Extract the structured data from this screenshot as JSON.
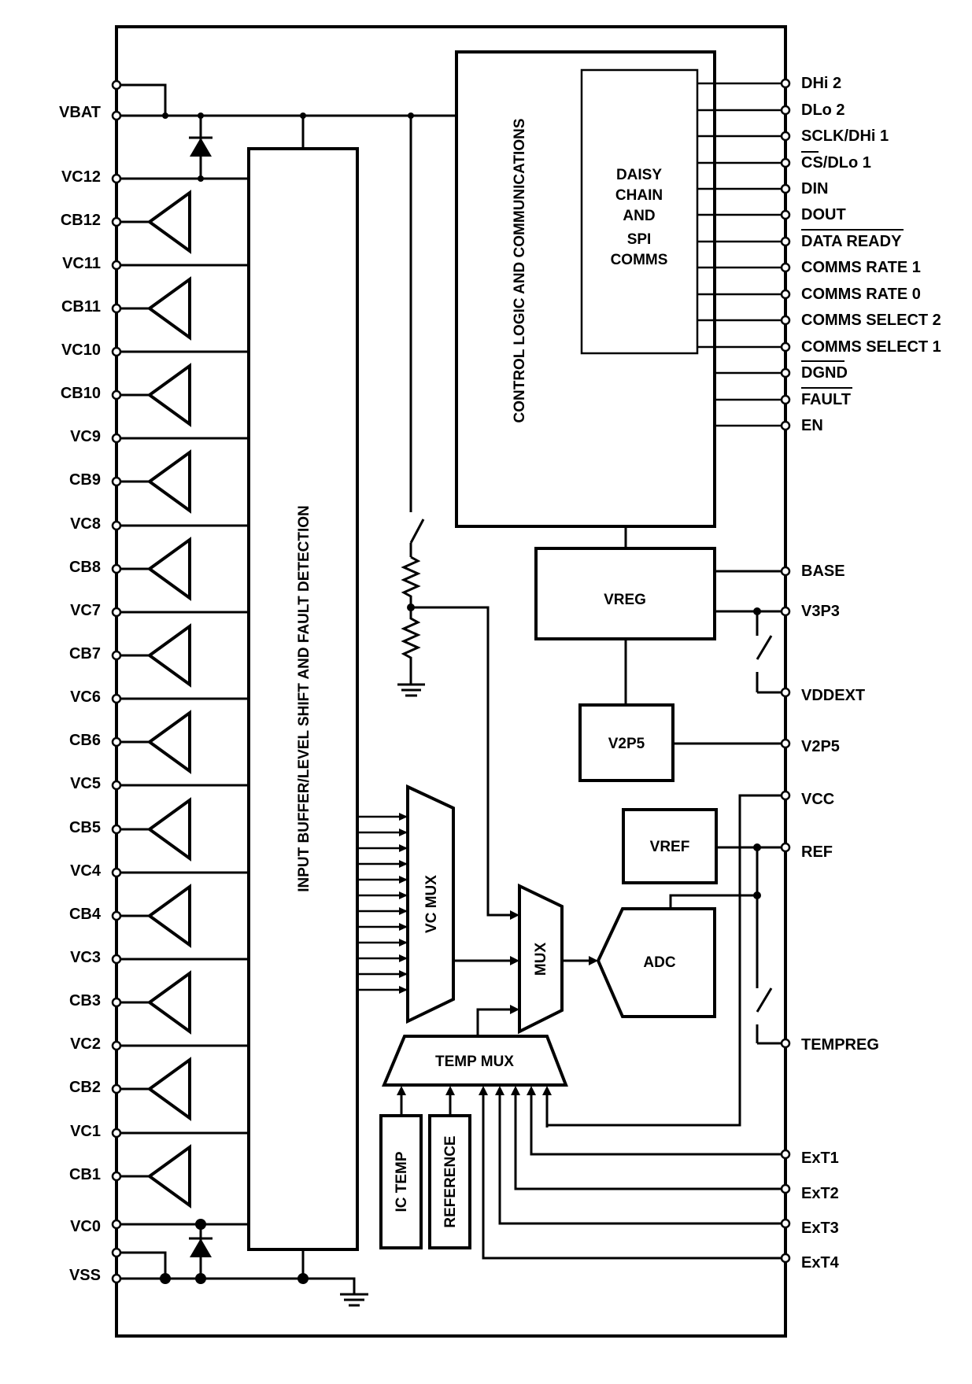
{
  "diagram": {
    "left_pins": [
      "VBAT",
      "VC12",
      "CB12",
      "VC11",
      "CB11",
      "VC10",
      "CB10",
      "VC9",
      "CB9",
      "VC8",
      "CB8",
      "VC7",
      "CB7",
      "VC6",
      "CB6",
      "VC5",
      "CB5",
      "VC4",
      "CB4",
      "VC3",
      "CB3",
      "VC2",
      "CB2",
      "VC1",
      "CB1",
      "VC0",
      "VSS"
    ],
    "right_pins": [
      "DHi 2",
      "DLo 2",
      "SCLK/DHi 1",
      "CS/DLo 1",
      "DIN",
      "DOUT",
      "DATA READY",
      "COMMS RATE 1",
      "COMMS RATE 0",
      "COMMS SELECT 2",
      "COMMS SELECT 1",
      "DGND",
      "FAULT",
      "EN",
      "BASE",
      "V3P3",
      "VDDEXT",
      "V2P5",
      "VCC",
      "REF",
      "TEMPREG",
      "ExT1",
      "ExT2",
      "ExT3",
      "ExT4"
    ],
    "overbar_pins": [
      "CS",
      "DATA READY",
      "DGND",
      "FAULT"
    ],
    "blocks": {
      "input_buffer": "INPUT BUFFER/LEVEL SHIFT AND FAULT DETECTION",
      "control_logic": "CONTROL LOGIC AND COMMUNICATIONS",
      "daisy_chain": [
        "DAISY",
        "CHAIN",
        "AND",
        "SPI",
        "COMMS"
      ],
      "vreg": "VREG",
      "v2p5": "V2P5",
      "vref": "VREF",
      "vc_mux": "VC MUX",
      "mux": "MUX",
      "adc": "ADC",
      "temp_mux": "TEMP MUX",
      "ic_temp": "IC TEMP",
      "reference": "REFERENCE"
    }
  }
}
